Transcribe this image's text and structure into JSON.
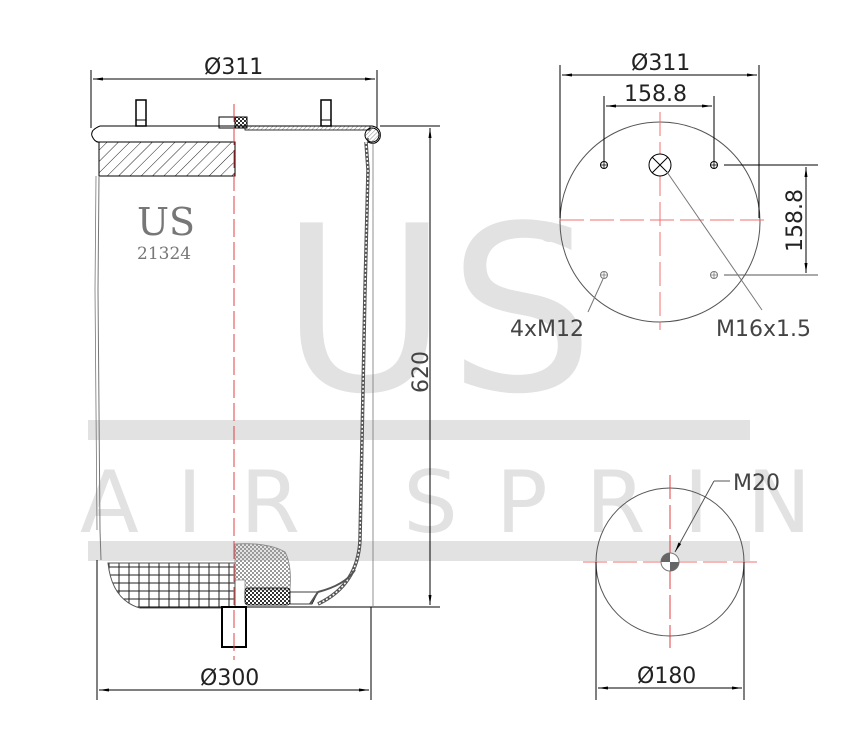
{
  "watermark": {
    "logo": "US",
    "registered": "®",
    "tagline": "AIR SPRING",
    "color": "#e2e2e2"
  },
  "side_view": {
    "brand": "US",
    "part_number": "21324",
    "top_diameter": "Ø311",
    "bottom_diameter": "Ø300",
    "height": "620"
  },
  "top_plate_view": {
    "diameter": "Ø311",
    "bolt_spacing_horizontal": "158.8",
    "bolt_spacing_vertical": "158.8",
    "stud_callout": "4xM12",
    "air_fitting_callout": "M16x1.5"
  },
  "bottom_piston_view": {
    "diameter": "Ø180",
    "thread_callout": "M20"
  },
  "colors": {
    "line": "#000000",
    "centerline": "#e04040",
    "text": "#222222",
    "watermark": "#e2e2e2"
  }
}
